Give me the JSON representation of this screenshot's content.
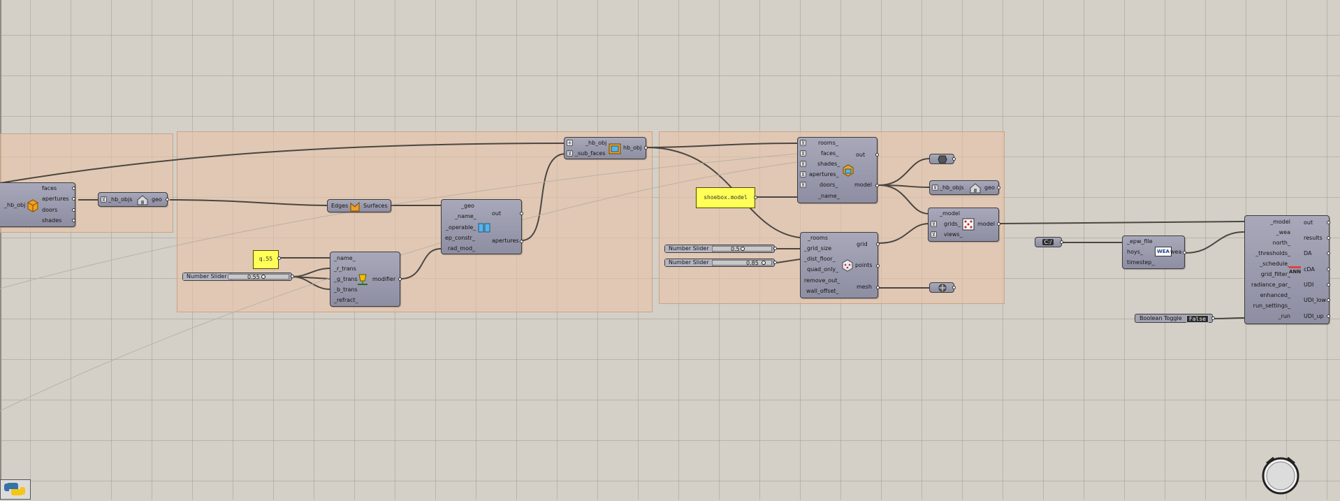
{
  "panels": {
    "q55": "q.55",
    "shoebox": "shoebox.model"
  },
  "sliders": {
    "g_trans": {
      "name": "Number Slider",
      "value": "0.55",
      "fraction": 0.5
    },
    "grid_size": {
      "name": "Number Slider",
      "value": "0.5",
      "fraction": 0.5
    },
    "dist_floor": {
      "name": "Number Slider",
      "value": "0.85",
      "fraction": 0.72
    }
  },
  "toggle": {
    "name": "Boolean Toggle",
    "value": "False"
  },
  "deconstruct": {
    "input": "_hb_obj",
    "outputs": [
      "faces",
      "apertures",
      "doors",
      "shades"
    ]
  },
  "vis_geo": {
    "input": "_hb_objs",
    "output": "geo"
  },
  "edges_surfaces": {
    "input": "Edges",
    "output": "Surfaces"
  },
  "aperture": {
    "inputs": [
      "_geo",
      "_name_",
      "_operable_",
      "ep_constr_",
      "rad_mod_"
    ],
    "outputs": [
      "out",
      "apertures"
    ]
  },
  "modifier": {
    "inputs": [
      "_name_",
      "_r_trans",
      "_g_trans",
      "_b_trans",
      "_refract_"
    ],
    "output": "modifier"
  },
  "add_subface": {
    "inputs": [
      "_hb_obj",
      "_sub_faces"
    ],
    "output": "hb_obj"
  },
  "model": {
    "inputs": [
      "rooms_",
      "faces_",
      "shades_",
      "apertures_",
      "doors_",
      "_name_"
    ],
    "outputs": [
      "out",
      "model"
    ]
  },
  "vis_geo2": {
    "input": "_hb_objs",
    "output": "geo"
  },
  "sensor_grid": {
    "inputs": [
      "_rooms",
      "_grid_size",
      "_dist_floor_",
      "quad_only_",
      "remove_out_",
      "wall_offset_"
    ],
    "outputs": [
      "grid",
      "points",
      "mesh"
    ]
  },
  "add_grids": {
    "inputs": [
      "_model",
      "grids_",
      "views_"
    ],
    "output": "model"
  },
  "wea": {
    "inputs": [
      "_epw_file",
      "hoys_",
      "timestep_"
    ],
    "output": "wea",
    "icon_text": "WEA"
  },
  "daylight": {
    "inputs": [
      "_model",
      "_wea",
      "north_",
      "_thresholds_",
      "_schedule_",
      "grid_filter_",
      "radiance_par_",
      "enhanced_",
      "run_settings_",
      "_run"
    ],
    "outputs": [
      "out",
      "results",
      "DA",
      "cDA",
      "UDI",
      "UDI_low",
      "UDI_up"
    ],
    "icon_text": "ANN"
  },
  "colors": {
    "canvas": "#d4d0c8",
    "group": "#e9c4a8",
    "component": "#9a9aae",
    "panel": "#ffff57",
    "wire": "#4a4640"
  },
  "icons": [
    "box-cube-icon",
    "house-icon",
    "edges-icon",
    "window-icon",
    "shovel-icon",
    "subface-icon",
    "model-cube-icon",
    "grid-points-icon",
    "sphere-icon",
    "daylight-annual-icon",
    "python-icon",
    "navigation-wheel-icon"
  ]
}
